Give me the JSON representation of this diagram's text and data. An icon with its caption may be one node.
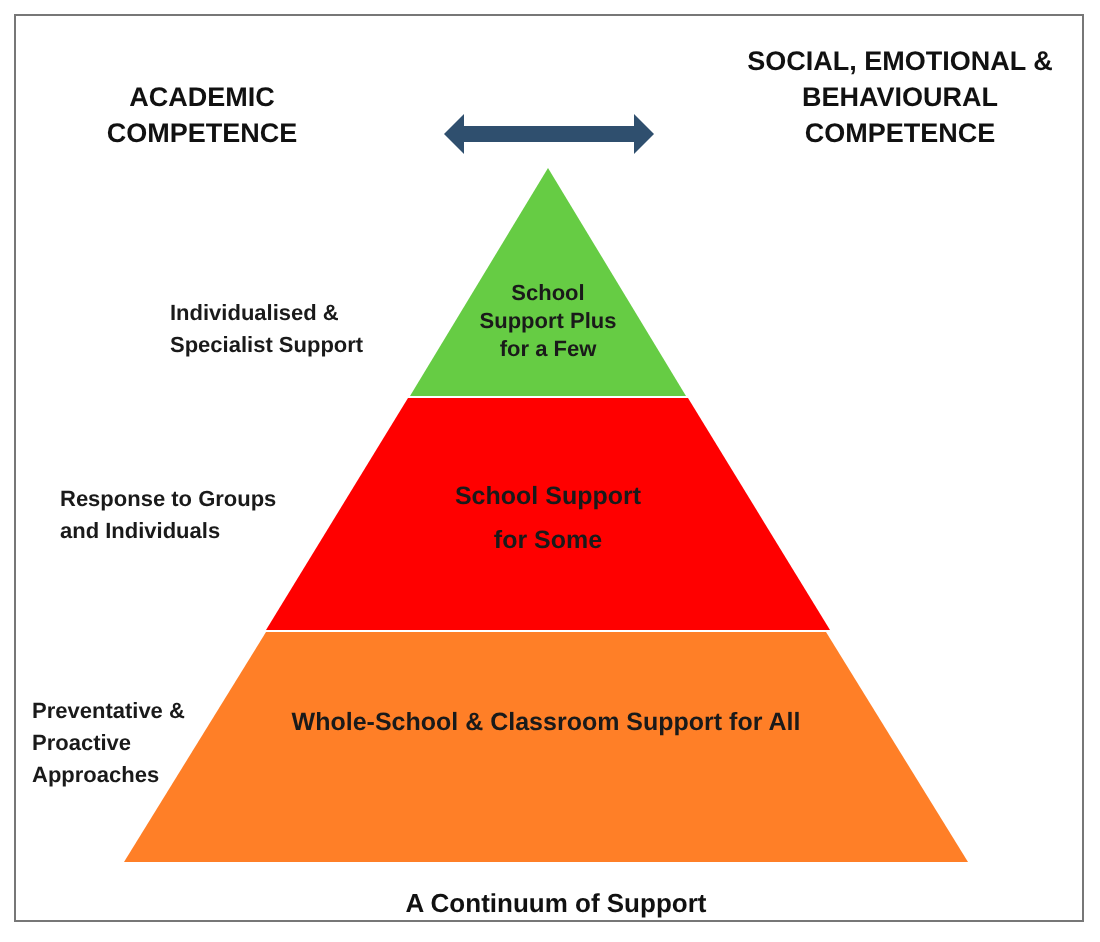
{
  "diagram": {
    "caption": "A Continuum of Support",
    "nodes": [
      {
        "text": [
          "School Support Plus for a Few"
        ],
        "beside": [
          "Individualised & Specialist Support"
        ]
      },
      {
        "text": [
          "School Support for Some"
        ],
        "beside": [
          "Response to Groups and Individuals"
        ]
      },
      {
        "text": [
          "Whole-School & Classroom Support for All"
        ],
        "beside": [
          "Preventative & Proactive Approaches"
        ]
      }
    ],
    "labels": [
      "ACADEMIC COMPETENCE",
      "SOCIAL, EMOTIONAL & BEHAVIOURAL COMPETENCE"
    ]
  }
}
